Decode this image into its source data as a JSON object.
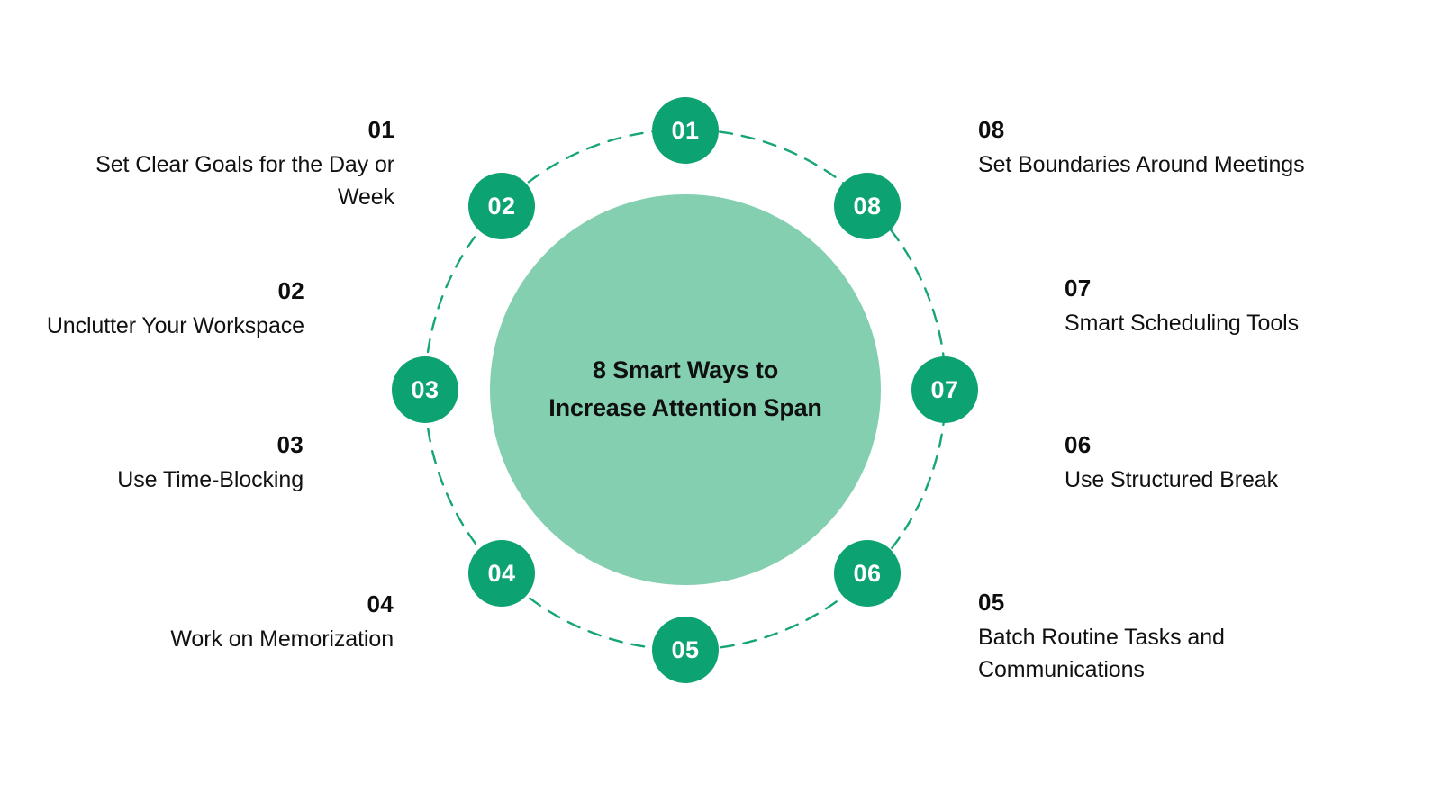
{
  "center": {
    "title": "8 Smart Ways to Increase Attention Span"
  },
  "colors": {
    "badge_green": "#0CA271",
    "hub_mint": "#83CFB0",
    "dashed_ring": "#17A673",
    "text_dark": "#111111",
    "background": "#FFFFFF"
  },
  "chart_data": {
    "type": "diagram",
    "layout": "circular-hub-and-spoke",
    "title": "8 Smart Ways to Increase Attention Span",
    "item_count": 8,
    "badge_numbers": [
      "01",
      "02",
      "03",
      "04",
      "05",
      "06",
      "07",
      "08"
    ]
  },
  "badges": [
    {
      "number": "01"
    },
    {
      "number": "02"
    },
    {
      "number": "03"
    },
    {
      "number": "04"
    },
    {
      "number": "05"
    },
    {
      "number": "06"
    },
    {
      "number": "07"
    },
    {
      "number": "08"
    }
  ],
  "items": [
    {
      "number": "01",
      "text": "Set Clear Goals for the Day or Week",
      "side": "left"
    },
    {
      "number": "02",
      "text": "Unclutter Your Workspace",
      "side": "left"
    },
    {
      "number": "03",
      "text": "Use Time-Blocking",
      "side": "left"
    },
    {
      "number": "04",
      "text": "Work on Memorization",
      "side": "left"
    },
    {
      "number": "05",
      "text": "Batch Routine Tasks and Communications",
      "side": "right"
    },
    {
      "number": "06",
      "text": "Use Structured Break",
      "side": "right"
    },
    {
      "number": "07",
      "text": "Smart Scheduling Tools",
      "side": "right"
    },
    {
      "number": "08",
      "text": "Set Boundaries Around Meetings",
      "side": "right"
    }
  ]
}
